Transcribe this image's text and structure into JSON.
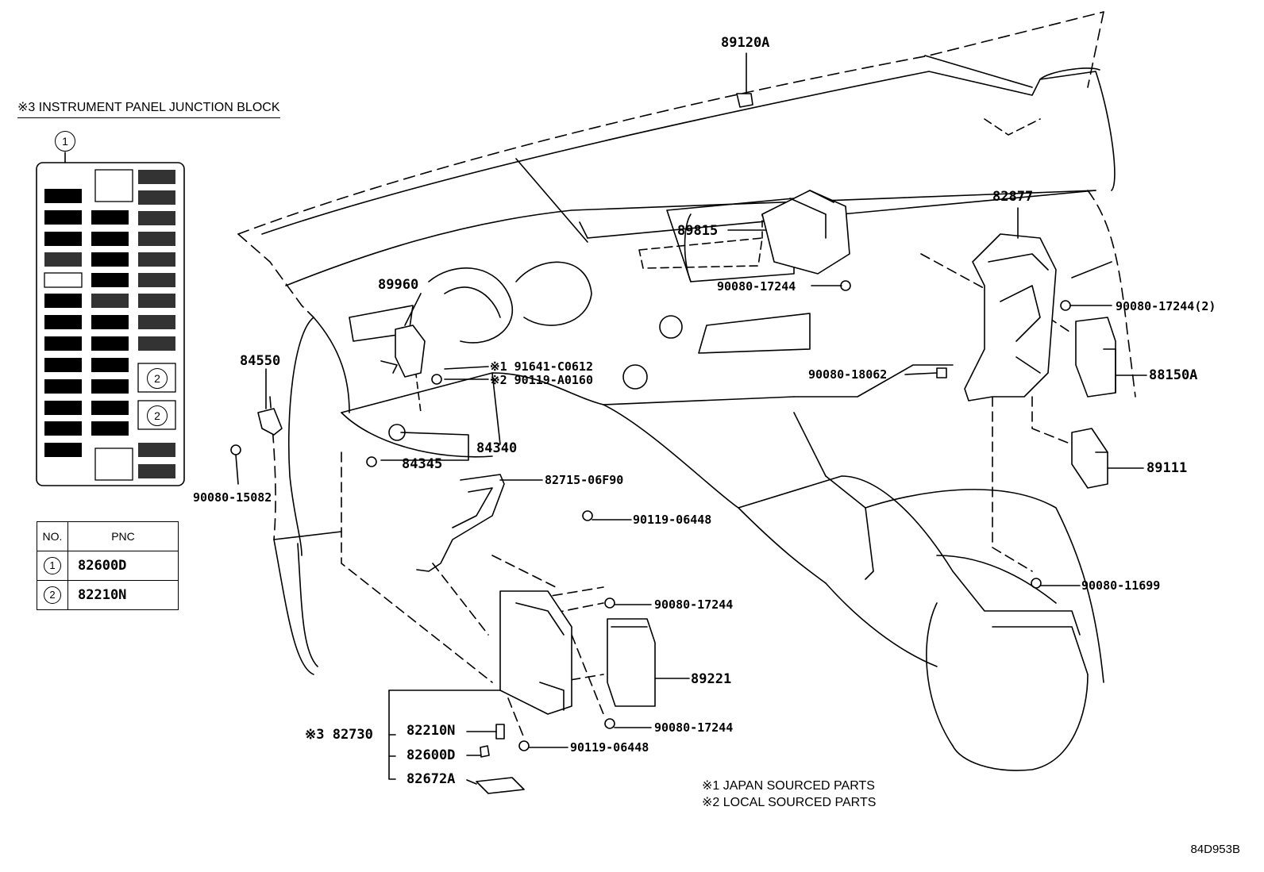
{
  "junction_block": {
    "title": "※3 INSTRUMENT PANEL JUNCTION BLOCK",
    "callout_1": "1",
    "callout_2a": "2",
    "callout_2b": "2"
  },
  "pnc_table": {
    "header_no": "NO.",
    "header_pnc": "PNC",
    "rows": [
      {
        "no": "1",
        "pnc": "82600D"
      },
      {
        "no": "2",
        "pnc": "82210N"
      }
    ]
  },
  "labels": {
    "p89120A": "89120A",
    "p82877": "82877",
    "p89815": "89815",
    "p90080_17244_top": "90080-17244",
    "p90080_17244_2": "90080-17244(2)",
    "p89960": "89960",
    "p91641": "※1 91641-C0612",
    "p90119_a0160": "※2 90119-A0160",
    "p90080_18062": "90080-18062",
    "p88150A": "88150A",
    "p84550": "84550",
    "p84340": "84340",
    "p84345": "84345",
    "p89111": "89111",
    "p90080_15082": "90080-15082",
    "p82715": "82715-06F90",
    "p90119_06448_top": "90119-06448",
    "p90080_11699": "90080-11699",
    "p90080_17244_mid": "90080-17244",
    "p89221": "89221",
    "p90080_17244_low": "90080-17244",
    "p82730": "※3 82730",
    "p82210N": "82210N",
    "p82600D": "82600D",
    "p82672A": "82672A",
    "p90119_06448_low": "90119-06448"
  },
  "notes": {
    "note1": "※1 JAPAN SOURCED PARTS",
    "note2": "※2 LOCAL SOURCED PARTS"
  },
  "figure_code": "84D953B"
}
